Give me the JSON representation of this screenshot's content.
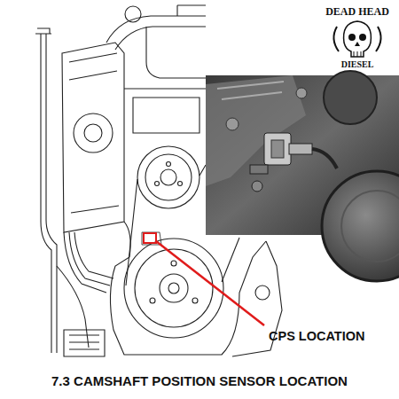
{
  "diagram": {
    "title": "7.3 CAMSHAFT POSITION SENSOR LOCATION",
    "labels": [
      "CPS LOCATION",
      "DEAD HEAD",
      "DIESEL"
    ]
  }
}
